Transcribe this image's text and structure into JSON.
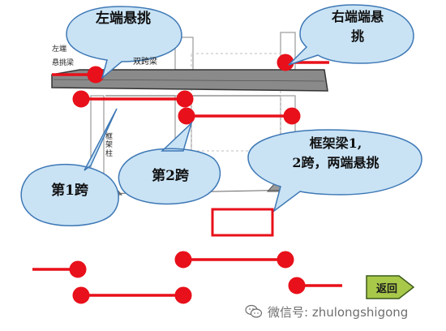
{
  "callouts": {
    "left_overhang": "左端悬挑",
    "right_overhang_line1": "右端端悬",
    "right_overhang_line2": "挑",
    "span1": "第1跨",
    "span2": "第2跨",
    "frame_beam_line1": "框架梁1,",
    "frame_beam_line2": "2跨，两端悬挑"
  },
  "drawing_labels": {
    "left_end": "左端",
    "cantilever_beam": "悬挑梁",
    "double_span_beam": "双跨梁",
    "frame_column": "框\n架\n柱"
  },
  "buttons": {
    "return_label": "返回"
  },
  "watermark": {
    "text": "微信号: zhulongshigong"
  },
  "colors": {
    "accent_red": "#e8101a",
    "callout_fill": "#c9e3f5",
    "callout_stroke": "#3e78b5",
    "button_fill": "#a8c84a"
  }
}
